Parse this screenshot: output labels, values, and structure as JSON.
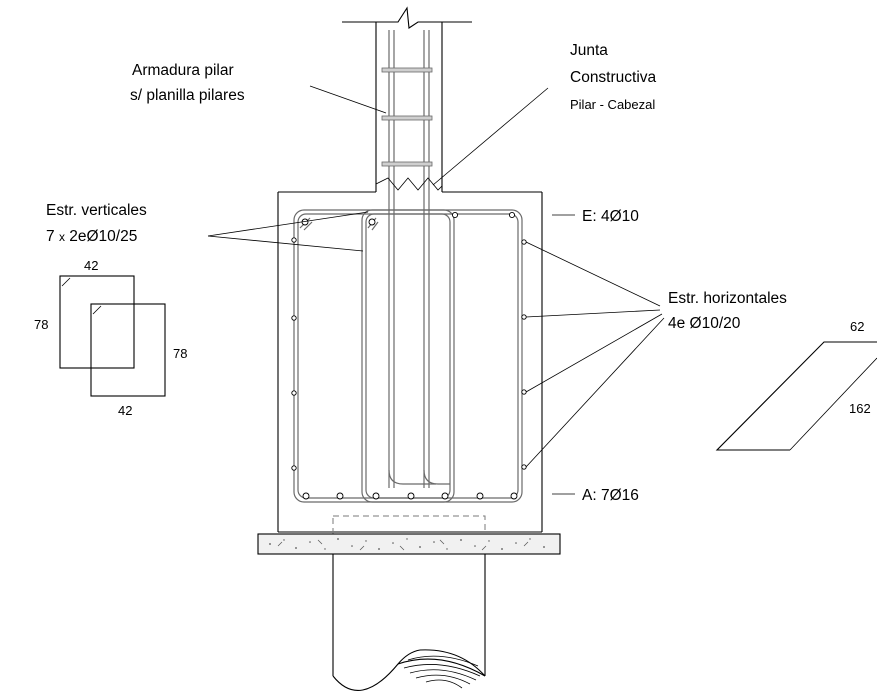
{
  "labels": {
    "armadura_line1": "Armadura pilar",
    "armadura_line2": "s/ planilla pilares",
    "junta_line1": "Junta",
    "junta_line2": "Constructiva",
    "junta_line3": "Pilar - Cabezal",
    "estr_vert_line1": "Estr. verticales",
    "estr_vert_line2_a": "7",
    "estr_vert_line2_b": "x",
    "estr_vert_line2_c": "2eØ10/25",
    "top_bars": "E: 4Ø10",
    "bottom_bars": "A: 7Ø16",
    "estr_horiz_line1": "Estr. horizontales",
    "estr_horiz_line2": "4e Ø10/20"
  },
  "stirrup_vertical_dims": {
    "width_top": "42",
    "height_left": "78",
    "height_right": "78",
    "width_bottom": "42"
  },
  "stirrup_horizontal_dims": {
    "width": "62",
    "length": "162"
  }
}
